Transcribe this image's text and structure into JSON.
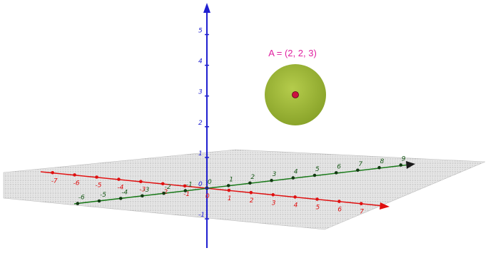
{
  "point": {
    "label": "A = (2, 2, 3)",
    "coords": [
      2,
      2,
      3
    ]
  },
  "axes": {
    "x": {
      "color": "#e01010",
      "ticks": [
        -7,
        -6,
        -5,
        -4,
        -3,
        -2,
        -1,
        0,
        1,
        2,
        3,
        4,
        5,
        6,
        7
      ]
    },
    "y": {
      "color": "#1a7a1a",
      "ticks": [
        -6,
        -5,
        -4,
        -3,
        -2,
        -1,
        0,
        1,
        2,
        3,
        4,
        5,
        6,
        7,
        8,
        9
      ]
    },
    "z": {
      "color": "#1f1fd0",
      "ticks": [
        -1,
        0,
        1,
        2,
        3,
        4,
        5
      ]
    }
  },
  "colors": {
    "sphere": "#8aa42a",
    "sphere_highlight": "#b5cc4c",
    "point": "#cc1040",
    "point_label": "#e020a0",
    "plane": "#c9c9c9"
  },
  "icons": {
    "plane": "xy-plane-grid",
    "sphere": "sphere-surface"
  }
}
